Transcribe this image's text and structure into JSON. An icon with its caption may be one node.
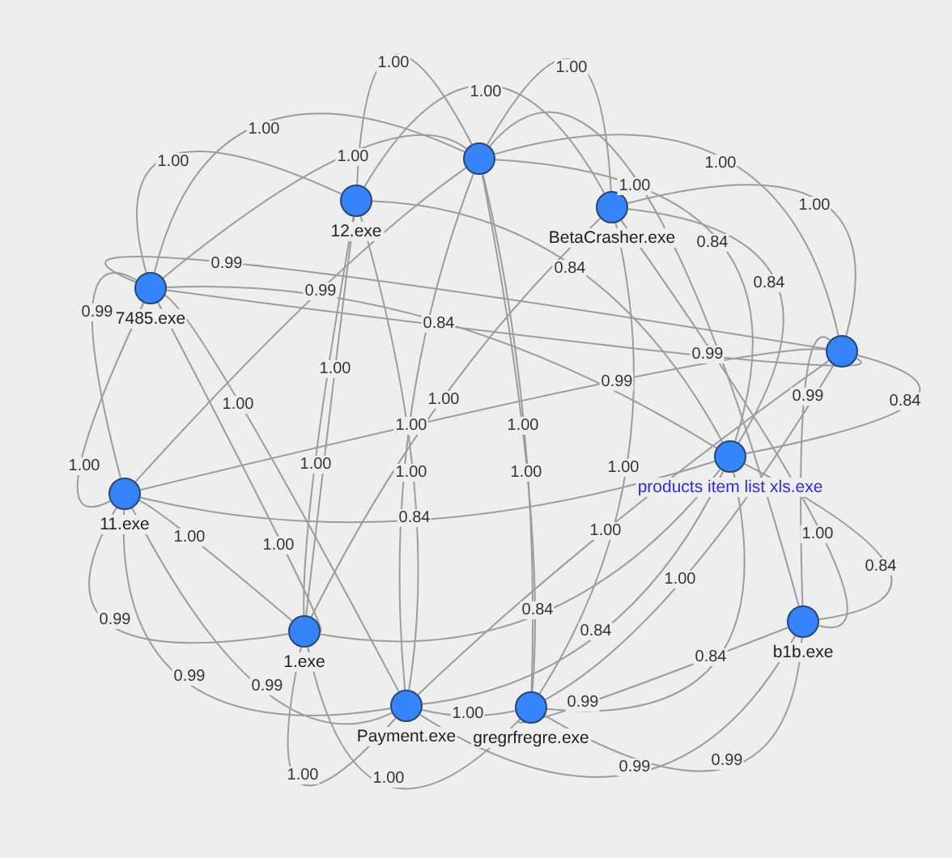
{
  "diagram": {
    "nodes": [
      {
        "text": [],
        "shape": "circle"
      },
      {
        "text": [],
        "shape": "circle",
        "beside": [
          "12.exe"
        ]
      },
      {
        "text": [],
        "shape": "circle",
        "beside": [
          "BetaCrasher.exe"
        ]
      },
      {
        "text": [],
        "shape": "circle",
        "beside": [
          "7485.exe"
        ]
      },
      {
        "text": [],
        "shape": "circle"
      },
      {
        "text": [],
        "shape": "circle",
        "beside": [
          "products item list xls.exe"
        ]
      },
      {
        "text": [],
        "shape": "circle",
        "beside": [
          "11.exe"
        ]
      },
      {
        "text": [],
        "shape": "circle",
        "beside": [
          "b1b.exe"
        ]
      },
      {
        "text": [],
        "shape": "circle",
        "beside": [
          "1.exe"
        ]
      },
      {
        "text": [],
        "shape": "circle",
        "beside": [
          "Payment.exe"
        ]
      },
      {
        "text": [],
        "shape": "circle",
        "beside": [
          "gregrfregre.exe"
        ]
      }
    ],
    "edges": [
      {
        "from": 1,
        "to": 0,
        "arrow": "none",
        "label": "1.00"
      },
      {
        "from": 0,
        "to": 2,
        "arrow": "none",
        "label": "1.00"
      },
      {
        "from": 1,
        "to": 2,
        "arrow": "none",
        "label": "1.00"
      },
      {
        "from": 3,
        "to": 0,
        "arrow": "none",
        "label": "1.00"
      },
      {
        "from": 3,
        "to": 0,
        "arrow": "none",
        "label": "1.00"
      },
      {
        "from": 3,
        "to": 1,
        "arrow": "none",
        "label": "1.00"
      },
      {
        "from": 0,
        "to": 4,
        "arrow": "none",
        "label": "1.00"
      },
      {
        "from": 0,
        "to": 7,
        "arrow": "none",
        "label": "1.00"
      },
      {
        "from": 2,
        "to": 4,
        "arrow": "none",
        "label": "1.00"
      },
      {
        "from": 0,
        "to": 5,
        "arrow": "none",
        "label": "0.84"
      },
      {
        "from": 1,
        "to": 5,
        "arrow": "none",
        "label": "0.84"
      },
      {
        "from": 4,
        "to": 3,
        "arrow": "none",
        "label": "0.99"
      },
      {
        "from": 2,
        "to": 5,
        "arrow": "none",
        "label": "0.84"
      },
      {
        "from": 6,
        "to": 0,
        "arrow": "none",
        "label": "0.99"
      },
      {
        "from": 3,
        "to": 6,
        "arrow": "none",
        "label": "0.99"
      },
      {
        "from": 3,
        "to": 5,
        "arrow": "none",
        "label": "0.84"
      },
      {
        "from": 3,
        "to": 4,
        "arrow": "none",
        "label": "0.99"
      },
      {
        "from": 1,
        "to": 8,
        "arrow": "none",
        "label": "1.00"
      },
      {
        "from": 6,
        "to": 4,
        "arrow": "none",
        "label": "0.99"
      },
      {
        "from": 4,
        "to": 7,
        "arrow": "none",
        "label": "0.99"
      },
      {
        "from": 2,
        "to": 8,
        "arrow": "none",
        "label": "1.00"
      },
      {
        "from": 4,
        "to": 5,
        "arrow": "none",
        "label": "0.84"
      },
      {
        "from": 3,
        "to": 9,
        "arrow": "none",
        "label": "1.00"
      },
      {
        "from": 0,
        "to": 9,
        "arrow": "none",
        "label": "1.00"
      },
      {
        "from": 0,
        "to": 10,
        "arrow": "none",
        "label": "1.00"
      },
      {
        "from": 8,
        "to": 1,
        "arrow": "none",
        "label": "1.00"
      },
      {
        "from": 1,
        "to": 9,
        "arrow": "none",
        "label": "1.00"
      },
      {
        "from": 10,
        "to": 0,
        "arrow": "none",
        "label": "1.00"
      },
      {
        "from": 2,
        "to": 10,
        "arrow": "none",
        "label": "1.00"
      },
      {
        "from": 6,
        "to": 3,
        "arrow": "none",
        "label": "1.00"
      },
      {
        "from": 6,
        "to": 5,
        "arrow": "none",
        "label": "0.84"
      },
      {
        "from": 4,
        "to": 9,
        "arrow": "none",
        "label": "1.00"
      },
      {
        "from": 6,
        "to": 8,
        "arrow": "none",
        "label": "1.00"
      },
      {
        "from": 3,
        "to": 8,
        "arrow": "none",
        "label": "1.00"
      },
      {
        "from": 5,
        "to": 7,
        "arrow": "none",
        "label": "0.84"
      },
      {
        "from": 4,
        "to": 10,
        "arrow": "none",
        "label": "1.00"
      },
      {
        "from": 2,
        "to": 7,
        "arrow": "none",
        "label": "1.00"
      },
      {
        "from": 8,
        "to": 5,
        "arrow": "none",
        "label": "0.84"
      },
      {
        "from": 8,
        "to": 6,
        "arrow": "none",
        "label": "0.99"
      },
      {
        "from": 5,
        "to": 10,
        "arrow": "none",
        "label": "0.84"
      },
      {
        "from": 5,
        "to": 9,
        "arrow": "none",
        "label": "0.84"
      },
      {
        "from": 6,
        "to": 9,
        "arrow": "none",
        "label": "0.99"
      },
      {
        "from": 9,
        "to": 6,
        "arrow": "none",
        "label": "0.99"
      },
      {
        "from": 7,
        "to": 10,
        "arrow": "none",
        "label": "0.99"
      },
      {
        "from": 10,
        "to": 7,
        "arrow": "none",
        "label": "0.99"
      },
      {
        "from": 9,
        "to": 7,
        "arrow": "none",
        "label": "0.99"
      },
      {
        "from": 8,
        "to": 9,
        "arrow": "none",
        "label": "1.00"
      },
      {
        "from": 8,
        "to": 10,
        "arrow": "none",
        "label": "1.00"
      },
      {
        "from": 9,
        "to": 10,
        "arrow": "none",
        "label": "1.00"
      }
    ]
  }
}
